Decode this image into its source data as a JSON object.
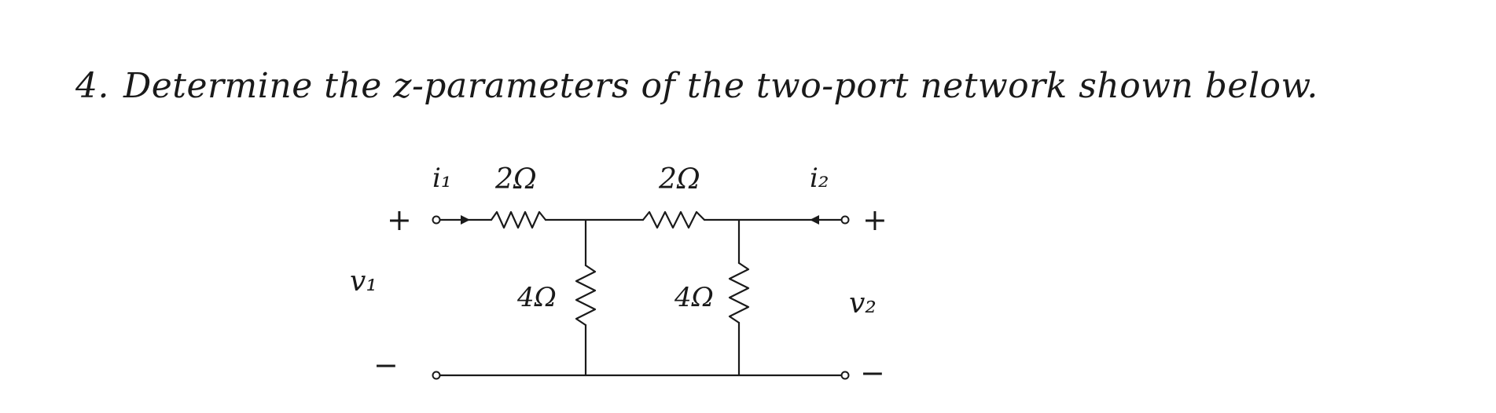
{
  "problem": {
    "number": "4.",
    "text": "Determine the z-parameters of the two-port network shown below."
  },
  "circuit": {
    "series_resistor_1": "2Ω",
    "series_resistor_2": "2Ω",
    "shunt_resistor_1": "4Ω",
    "shunt_resistor_2": "4Ω",
    "input_current": "i₁",
    "output_current": "i₂",
    "input_voltage": "v₁",
    "output_voltage": "v₂",
    "plus_sign": "+",
    "minus_sign": "−"
  },
  "colors": {
    "ink": "#1a1a1a",
    "paper": "#ffffff"
  }
}
